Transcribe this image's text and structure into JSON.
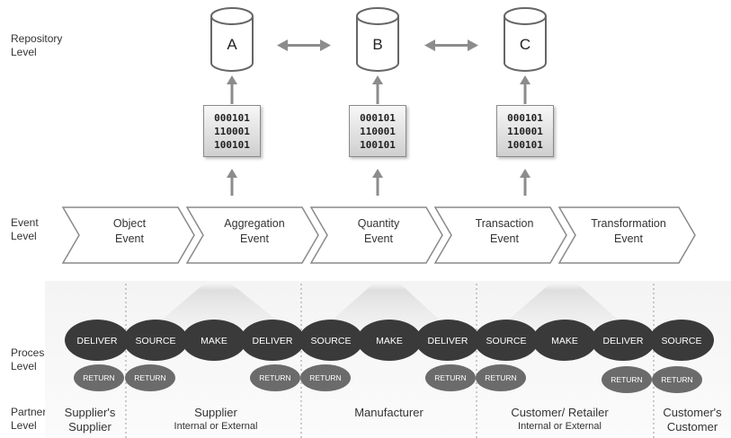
{
  "levels": {
    "repository": [
      "Repository",
      "Level"
    ],
    "event": [
      "Event",
      "Level"
    ],
    "process": [
      "Process",
      "Level"
    ],
    "partner": [
      "Partner",
      "Level"
    ]
  },
  "repositories": [
    "A",
    "B",
    "C"
  ],
  "binary": [
    "000101",
    "110001",
    "100101"
  ],
  "events": [
    [
      "Object",
      "Event"
    ],
    [
      "Aggregation",
      "Event"
    ],
    [
      "Quantity",
      "Event"
    ],
    [
      "Transaction",
      "Event"
    ],
    [
      "Transformation",
      "Event"
    ]
  ],
  "process": {
    "deliver": "DELIVER",
    "source": "SOURCE",
    "make": "MAKE",
    "return": "RETURN"
  },
  "partners": {
    "suppliers_supplier": [
      "Supplier's",
      "Supplier"
    ],
    "supplier": "Supplier",
    "supplier_sub": "Internal or External",
    "manufacturer": "Manufacturer",
    "customer_retailer": "Customer/ Retailer",
    "customer_retailer_sub": "Internal or External",
    "customers_customer": [
      "Customer's",
      "Customer"
    ]
  },
  "colors": {
    "arrow": "#8c8c8c",
    "process_oval": "#3a3a3a",
    "return_oval": "#6b6b6b",
    "chevron_fill": "#ffffff",
    "chevron_stroke": "#8a8a8a"
  }
}
